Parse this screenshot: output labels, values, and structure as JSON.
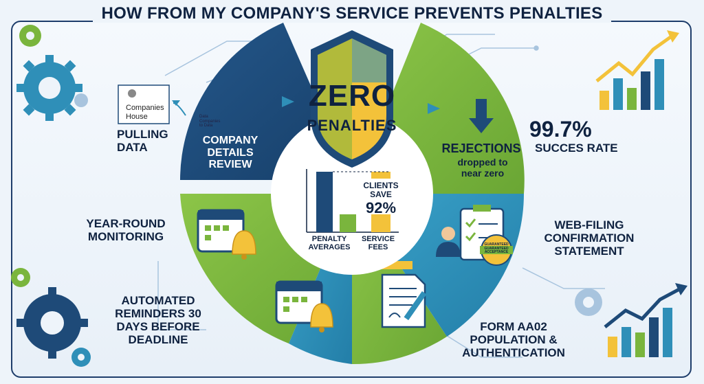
{
  "title": "HOW FROM MY COMPANY'S SERVICE PREVENTS PENALTIES",
  "center": {
    "headline_1": "ZERO",
    "headline_2": "PENALTIES"
  },
  "companies_house": {
    "logo_line_1": "Companies",
    "logo_line_2": "House",
    "arrow_tag_1": "Data",
    "arrow_tag_2": "Companies",
    "arrow_tag_3": "to Data"
  },
  "steps": {
    "pulling_data": [
      "PULLING",
      "DATA"
    ],
    "company_details": [
      "COMPANY",
      "DETAILS",
      "REVIEW"
    ],
    "year_round": [
      "YEAR-ROUND",
      "MONITORING"
    ],
    "reminders": [
      "AUTOMATED",
      "REMINDERS 30",
      "DAYS BEFORE",
      "DEADLINE"
    ],
    "form_aa02": [
      "FORM AA02",
      "POPULATION &",
      "AUTHENTICATION"
    ],
    "web_filing": [
      "WEB-FILING",
      "CONFIRMATION",
      "STATEMENT"
    ]
  },
  "rejections": {
    "heading": "REJECTIONS",
    "detail_1": "dropped to",
    "detail_2": "near zero"
  },
  "success": {
    "value": "99.7%",
    "label": "SUCCES RATE"
  },
  "badge": {
    "line_1": "GUARANTEED",
    "line_2": "GUARANTEED",
    "line_3": "ACCEPTANCE"
  },
  "mini_chart": {
    "clients_line_1": "CLIENTS",
    "clients_line_2": "SAVE",
    "clients_value": "92%",
    "label_left_1": "PENALTY",
    "label_left_2": "AVERAGES",
    "label_right_1": "SERVICE",
    "label_right_2": "FEES"
  },
  "colors": {
    "navy": "#1e4a78",
    "green": "#7ab53d",
    "teal": "#2f8fb8",
    "yellow": "#f3c23a",
    "ink": "#0f2240"
  }
}
